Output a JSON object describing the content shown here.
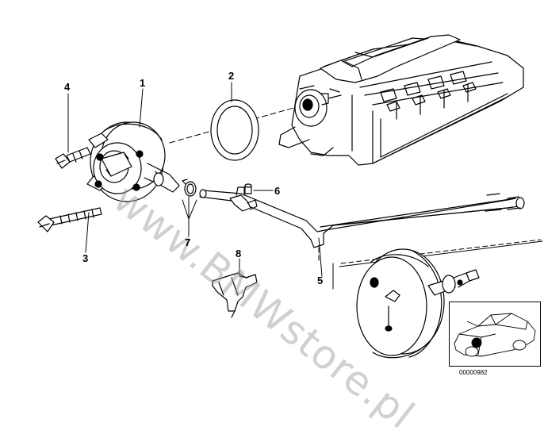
{
  "callouts": {
    "c1": "1",
    "c2": "2",
    "c3": "3",
    "c4": "4",
    "c5": "5",
    "c6": "6",
    "c7": "7",
    "c8": "8"
  },
  "watermark": "www.BMWstore.pl",
  "reference_number": "00000982",
  "colors": {
    "line": "#000000",
    "watermark": "#969696"
  }
}
